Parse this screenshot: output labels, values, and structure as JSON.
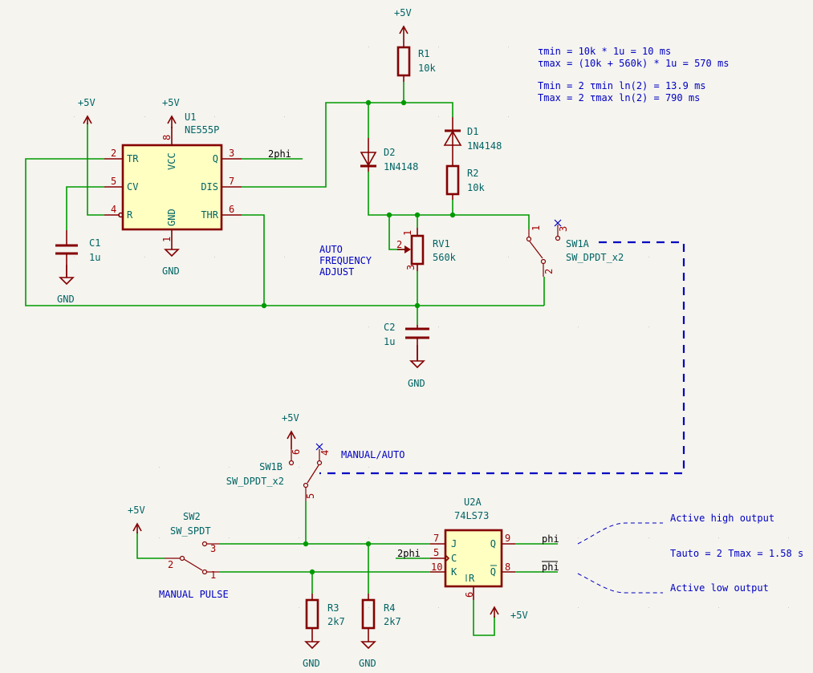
{
  "title": "555 clock generator schematic",
  "colors": {
    "background": "#f5f4ef",
    "wire": "#009a00",
    "symbol": "#840000",
    "symbol_fill": "#ffffc2",
    "ref_text": "#006464",
    "note_text": "#0000c2"
  },
  "power": {
    "vcc": "+5V",
    "gnd": "GND"
  },
  "u1": {
    "ref": "U1",
    "value": "NE555P",
    "pins": {
      "tr": "TR",
      "cv": "CV",
      "r": "R",
      "vcc": "VCC",
      "gnd": "GND",
      "q": "Q",
      "dis": "DIS",
      "thr": "THR"
    },
    "pin_numbers": {
      "tr": "2",
      "cv": "5",
      "r": "4",
      "vcc": "8",
      "gnd": "1",
      "q": "3",
      "dis": "7",
      "thr": "6"
    }
  },
  "c1": {
    "ref": "C1",
    "value": "1u"
  },
  "c2": {
    "ref": "C2",
    "value": "1u"
  },
  "r1": {
    "ref": "R1",
    "value": "10k"
  },
  "r2": {
    "ref": "R2",
    "value": "10k"
  },
  "r3": {
    "ref": "R3",
    "value": "2k7"
  },
  "r4": {
    "ref": "R4",
    "value": "2k7"
  },
  "d1": {
    "ref": "D1",
    "value": "1N4148"
  },
  "d2": {
    "ref": "D2",
    "value": "1N4148"
  },
  "rv1": {
    "ref": "RV1",
    "value": "560k",
    "pins": {
      "p1": "1",
      "p2": "2",
      "p3": "3"
    }
  },
  "sw1a": {
    "ref": "SW1A",
    "value": "SW_DPDT_x2",
    "pins": {
      "p1": "1",
      "p2": "2",
      "p3": "3"
    }
  },
  "sw1b": {
    "ref": "SW1B",
    "value": "SW_DPDT_x2",
    "pins": {
      "p4": "4",
      "p5": "5",
      "p6": "6"
    }
  },
  "sw2": {
    "ref": "SW2",
    "value": "SW_SPDT",
    "pins": {
      "p1": "1",
      "p2": "2",
      "p3": "3"
    }
  },
  "u2a": {
    "ref": "U2A",
    "value": "74LS73",
    "pins": {
      "j": "J",
      "c": "C",
      "k": "K",
      "r": "R",
      "q": "Q",
      "qbar": "Q"
    },
    "pin_numbers": {
      "j": "7",
      "c": "5",
      "k": "10",
      "r": "6",
      "q": "9",
      "qbar": "8"
    }
  },
  "nets": {
    "two_phi": "2phi",
    "phi": "phi",
    "phi_bar": "phi"
  },
  "notes": {
    "auto_freq": [
      "AUTO",
      "FREQUENCY",
      "ADJUST"
    ],
    "manual_auto": "MANUAL/AUTO",
    "manual_pulse": "MANUAL PULSE",
    "tau_min": "τmin = 10k * 1u = 10 ms",
    "tau_max": "τmax = (10k + 560k) * 1u = 570 ms",
    "t_min": "Tmin = 2 τmin ln(2) = 13.9 ms",
    "t_max": "Tmax = 2 τmax ln(2) = 790 ms",
    "t_auto": "Tauto = 2 Tmax = 1.58 s",
    "active_high": "Active high output",
    "active_low": "Active low output"
  }
}
